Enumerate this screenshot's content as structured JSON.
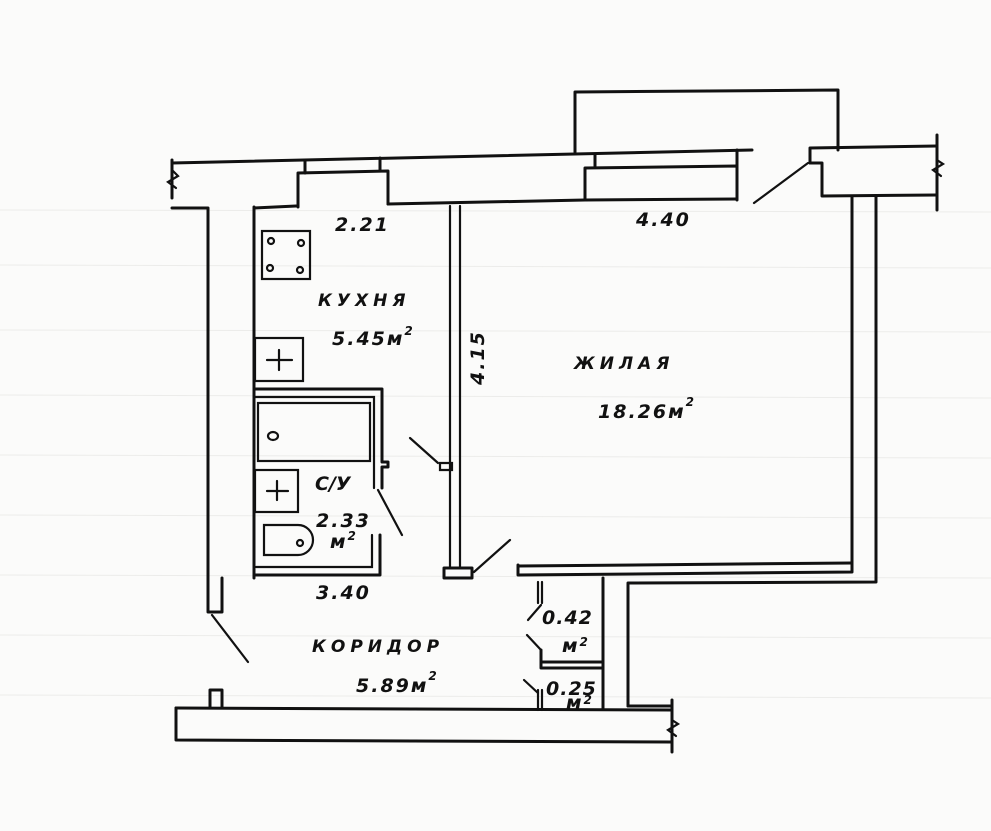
{
  "title": "Floor plan of a one-room apartment (hand drawn)",
  "rooms": [
    {
      "id": "kitchen",
      "name": "КУХНЯ",
      "area": "5.45",
      "unit": "м",
      "sup": "2"
    },
    {
      "id": "living",
      "name": "ЖИЛАЯ",
      "area": "18.26",
      "unit": "м",
      "sup": "2"
    },
    {
      "id": "bathroom",
      "name": "С/У",
      "area": "2.33",
      "unit": "м",
      "sup": "2"
    },
    {
      "id": "corridor",
      "name": "КОРИДОР",
      "area": "5.89",
      "unit": "м",
      "sup": "2"
    },
    {
      "id": "closet1",
      "name": "",
      "area": "0.42",
      "unit": "м",
      "sup": "2"
    },
    {
      "id": "closet2",
      "name": "",
      "area": "0.25",
      "unit": "м",
      "sup": "2"
    }
  ],
  "dimensions": {
    "kitchen_width": "2.21",
    "living_width": "4.40",
    "living_depth": "4.15",
    "corridor_length": "3.40"
  },
  "colors": {
    "ink": "#111111",
    "paper": "#fbfbfa",
    "bleed": "#e3e3e1"
  }
}
